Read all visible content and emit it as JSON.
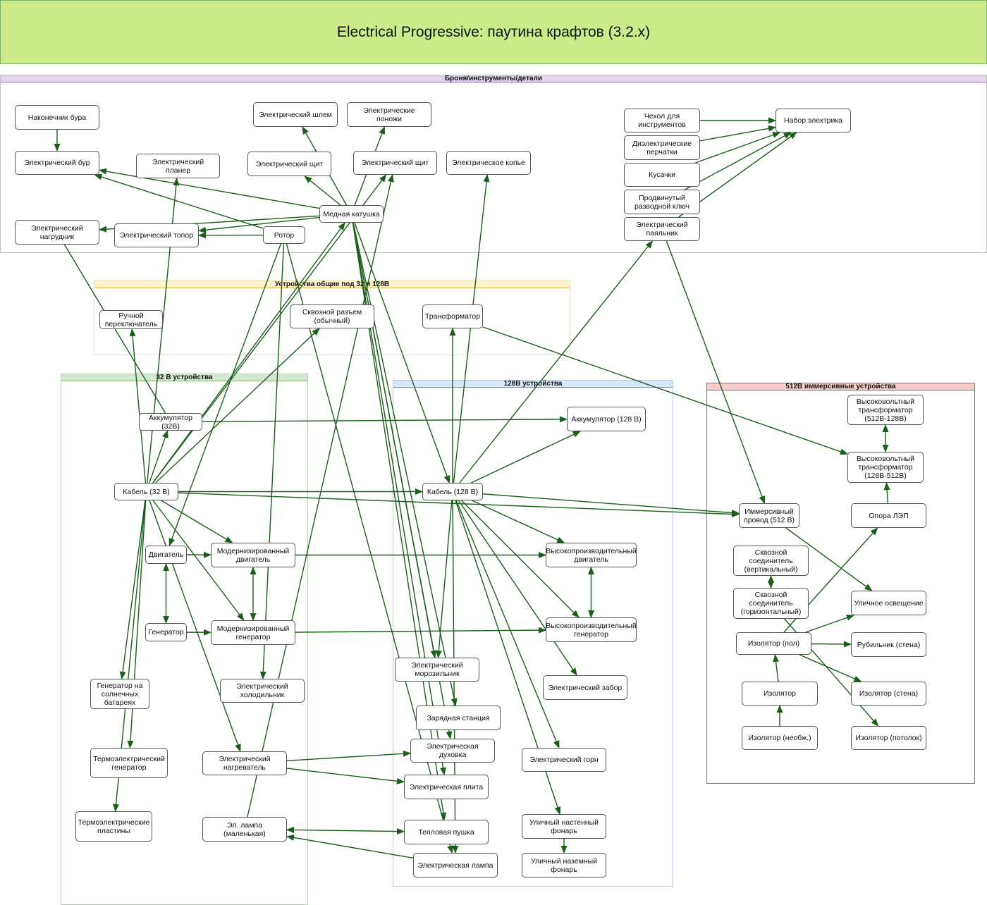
{
  "title": "Electrical Progressive: паутина крафтов (3.2.x)",
  "colors": {
    "edge": "#1a5e1a",
    "title_bg": "#cdeb8b",
    "group_armor": "#e1d5e7",
    "group_common": "#fff2cc",
    "group_32": "#d5e8d4",
    "group_128": "#dae8fc",
    "group_512": "#f8cecc"
  },
  "groups": {
    "armor": "Броня/инструменты/детали",
    "common": "Устройства общие под 32 и 128В",
    "v32": "32 В устройства",
    "v128": "128В устройства",
    "v512": "512В иммерсивные устройства"
  },
  "nodes": {
    "drill_tip": "Наконечник бура",
    "drill": "Электрический бур",
    "planer": "Электрический планер",
    "helmet": "Электрический шлем",
    "leggings": "Электрические поножи",
    "shield1": "Электрический щит",
    "shield2": "Электрический щит",
    "spear": "Электрическое копье",
    "copper_coil": "Медная катушка",
    "chestplate": "Электрический\nнагрудник",
    "axe": "Электрический топор",
    "rotor": "Ротор",
    "tool_case": "Чехол для\nинструментов",
    "gloves": "Диэлектрические\nперчатки",
    "pliers": "Кусачки",
    "wrench": "Продвинутый\nразводной ключ",
    "soldering": "Электрический\nпаяльник",
    "electrician_kit": "Набор электрика",
    "manual_switch": "Ручной\nпереключатель",
    "passthrough": "Сквозной разъем\n(обычный)",
    "transformer": "Трансформатор",
    "battery32": "Аккумулятор (32В)",
    "cable32": "Кабель (32 В)",
    "motor": "Двигатель",
    "mod_motor": "Модернизированный\nдвигатель",
    "generator": "Генератор",
    "mod_generator": "Модернизированный\nгенератор",
    "solar": "Генератор на\nсолнечных\nбатареях",
    "fridge": "Электрический\nхолодильник",
    "thermo_gen": "Термоэлектрический\nгенератор",
    "heater": "Электрический\nнагреватель",
    "thermo_plates": "Термоэлектрические\nпластины",
    "small_lamp": "Эл. лампа (маленькая)",
    "battery128": "Аккумулятор (128 В)",
    "cable128": "Кабель (128 В)",
    "hp_motor": "Высокопроизводительный\nдвигатель",
    "hp_generator": "Высокопроизводительный\nгенератор",
    "freezer": "Электрический\nморозильник",
    "charging": "Зарядная станция",
    "oven": "Электрическая духовка",
    "stove": "Электрическая плита",
    "heat_gun": "Тепловая пушка",
    "lamp": "Электрическая лампа",
    "fence": "Электрический забор",
    "forge": "Электрический горн",
    "wall_light": "Уличный настенный\nфонарь",
    "ground_light": "Уличный наземный\nфонарь",
    "hv_trans_512_128": "Высоковольтный\nтрансформатор\n(512В-128В)",
    "hv_trans_128_512": "Высоковольтный\nтрансформатор\n(128В-512В)",
    "pole": "Опора ЛЭП",
    "immersive_wire": "Иммерсивный\nпровод (512 В)",
    "conn_vertical": "Сквозной\nсоединитель\n(вертикальный)",
    "conn_horizontal": "Сквозной\nсоединитель\n(горизонтальный)",
    "insulator_floor": "Изолятор (пол)",
    "insulator": "Изолятор",
    "insulator_raw": "Изолятор (необж.)",
    "street_light": "Уличное освещение",
    "breaker": "Рубильник (стена)",
    "insulator_wall": "Изолятор (стена)",
    "insulator_ceiling": "Изолятор (потолок)"
  },
  "edges": [
    [
      "drill_tip",
      "drill",
      ""
    ],
    [
      "copper_coil",
      "drill",
      ""
    ],
    [
      "rotor",
      "drill",
      ""
    ],
    [
      "copper_coil",
      "chestplate",
      ""
    ],
    [
      "copper_coil",
      "axe",
      ""
    ],
    [
      "rotor",
      "axe",
      ""
    ],
    [
      "copper_coil",
      "helmet",
      ""
    ],
    [
      "copper_coil",
      "leggings",
      ""
    ],
    [
      "copper_coil",
      "shield1",
      ""
    ],
    [
      "tool_case",
      "electrician_kit",
      ""
    ],
    [
      "gloves",
      "electrician_kit",
      ""
    ],
    [
      "pliers",
      "electrician_kit",
      ""
    ],
    [
      "wrench",
      "electrician_kit",
      ""
    ],
    [
      "soldering",
      "electrician_kit",
      ""
    ],
    [
      "soldering",
      "immersive_wire",
      ""
    ],
    [
      "cable32",
      "planer",
      ""
    ],
    [
      "cable32",
      "copper_coil",
      ""
    ],
    [
      "cable32",
      "passthrough",
      ""
    ],
    [
      "cable32",
      "battery32",
      ""
    ],
    [
      "cable32",
      "shield2",
      ""
    ],
    [
      "cable32",
      "cable128",
      ""
    ],
    [
      "cable32",
      "immersive_wire",
      ""
    ],
    [
      "cable32",
      "mod_motor",
      ""
    ],
    [
      "cable32",
      "mod_generator",
      ""
    ],
    [
      "cable32",
      "heater",
      ""
    ],
    [
      "cable32",
      "solar",
      ""
    ],
    [
      "cable32",
      "thermo_gen",
      ""
    ],
    [
      "cable32",
      "thermo_plates",
      ""
    ],
    [
      "cable32",
      "manual_switch",
      ""
    ],
    [
      "chestplate",
      "battery32",
      "line"
    ],
    [
      "battery32",
      "battery128",
      ""
    ],
    [
      "rotor",
      "motor",
      ""
    ],
    [
      "rotor",
      "fridge",
      ""
    ],
    [
      "rotor",
      "lamp",
      ""
    ],
    [
      "motor",
      "generator",
      "both"
    ],
    [
      "mod_motor",
      "mod_generator",
      "both"
    ],
    [
      "generator",
      "mod_generator",
      ""
    ],
    [
      "motor",
      "mod_motor",
      ""
    ],
    [
      "mod_motor",
      "hp_motor",
      ""
    ],
    [
      "mod_generator",
      "hp_generator",
      ""
    ],
    [
      "hp_motor",
      "hp_generator",
      "both"
    ],
    [
      "cable128",
      "transformer",
      ""
    ],
    [
      "cable128",
      "spear",
      ""
    ],
    [
      "cable128",
      "soldering",
      ""
    ],
    [
      "cable128",
      "battery128",
      ""
    ],
    [
      "cable128",
      "immersive_wire",
      ""
    ],
    [
      "cable128",
      "hp_motor",
      ""
    ],
    [
      "cable128",
      "hp_generator",
      ""
    ],
    [
      "cable128",
      "fence",
      ""
    ],
    [
      "cable128",
      "forge",
      ""
    ],
    [
      "cable128",
      "wall_light",
      ""
    ],
    [
      "cable128",
      "freezer",
      ""
    ],
    [
      "cable128",
      "lamp",
      ""
    ],
    [
      "cable128",
      "copper_coil",
      "rev"
    ],
    [
      "copper_coil",
      "freezer",
      ""
    ],
    [
      "copper_coil",
      "charging",
      ""
    ],
    [
      "copper_coil",
      "oven",
      ""
    ],
    [
      "copper_coil",
      "stove",
      ""
    ],
    [
      "copper_coil",
      "heat_gun",
      ""
    ],
    [
      "wall_light",
      "ground_light",
      ""
    ],
    [
      "heater",
      "oven",
      ""
    ],
    [
      "heater",
      "stove",
      ""
    ],
    [
      "heat_gun",
      "small_lamp",
      "both"
    ],
    [
      "lamp",
      "small_lamp",
      ""
    ],
    [
      "small_lamp",
      "shield2",
      ""
    ],
    [
      "transformer",
      "hv_trans_128_512",
      ""
    ],
    [
      "hv_trans_512_128",
      "hv_trans_128_512",
      "both"
    ],
    [
      "pole",
      "hv_trans_128_512",
      ""
    ],
    [
      "conn_vertical",
      "conn_horizontal",
      "both"
    ],
    [
      "insulator",
      "insulator_floor",
      ""
    ],
    [
      "insulator_raw",
      "insulator",
      ""
    ],
    [
      "immersive_wire",
      "street_light",
      ""
    ],
    [
      "insulator_floor",
      "pole",
      ""
    ],
    [
      "insulator_floor",
      "street_light",
      ""
    ],
    [
      "insulator_floor",
      "breaker",
      ""
    ],
    [
      "insulator_floor",
      "insulator_wall",
      ""
    ],
    [
      "conn_horizontal",
      "insulator_ceiling",
      ""
    ]
  ]
}
